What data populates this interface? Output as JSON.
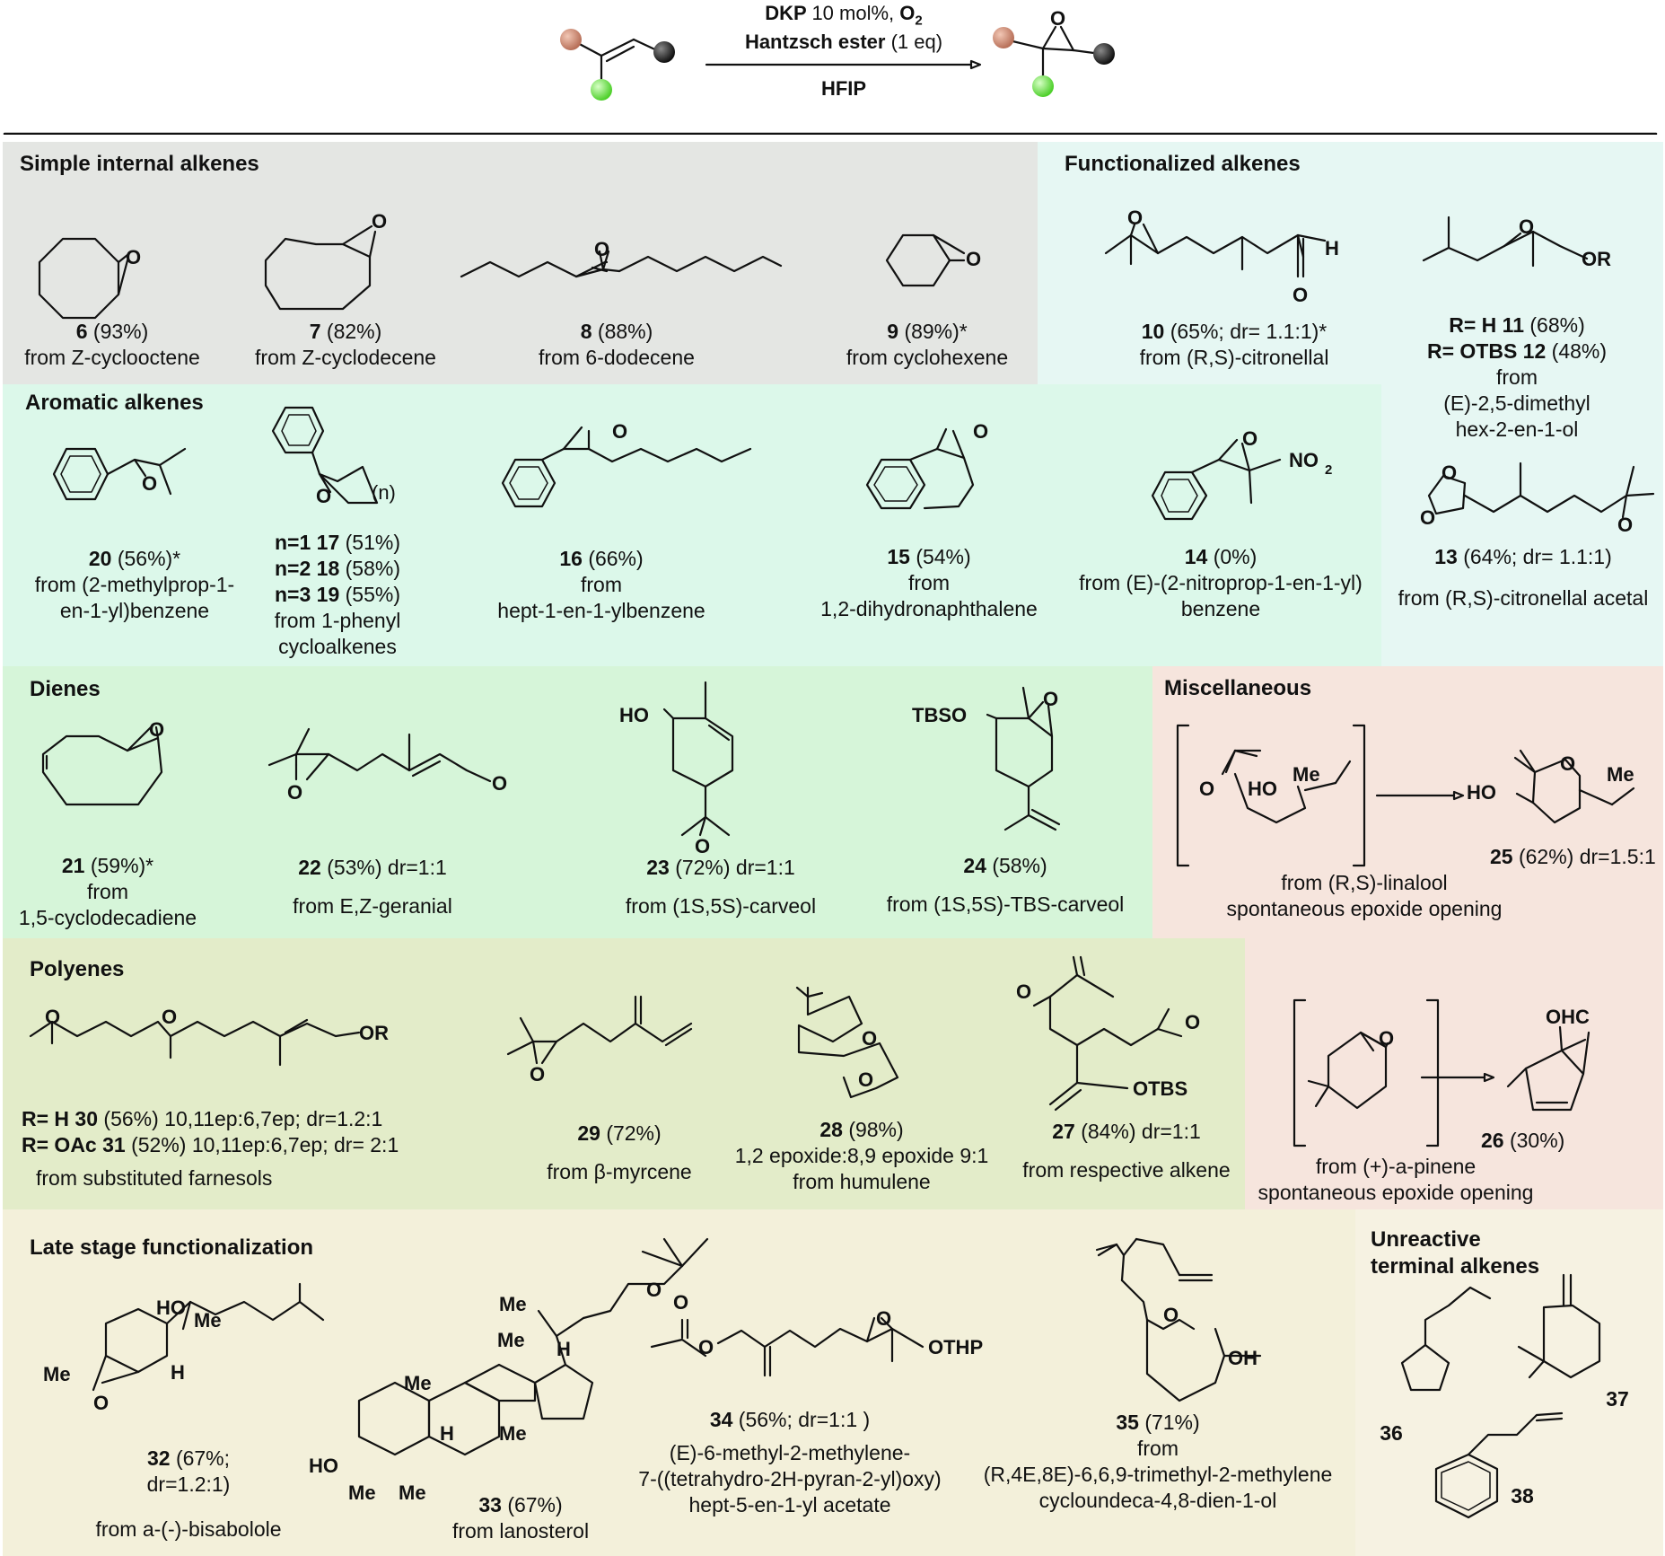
{
  "header": {
    "line1_bold": "DKP",
    "line1_rest": "10 mol%,",
    "line1_o2": "O",
    "line1_o2_sub": "2",
    "line2_bold": "Hantzsch ester",
    "line2_rest": "(1 eq)",
    "line3": "HFIP",
    "epoxide_o": "O"
  },
  "sections": {
    "simple": "Simple internal alkenes",
    "functionalized": "Functionalized alkenes",
    "aromatic": "Aromatic alkenes",
    "dienes": "Dienes",
    "misc": "Miscellaneous",
    "polyenes": "Polyenes",
    "late": "Late stage functionalization",
    "unreactive": "Unreactive terminal alkenes"
  },
  "colors": {
    "simple": "#e4e6e3",
    "functionalized": "#e6f7f3",
    "aromatic": "#dcf8ea",
    "dienes": "#d6f5d9",
    "misc": "#f6e5dd",
    "polyenes": "#e3ecc9",
    "late": "#f3f0da",
    "unreactive": "#f6f2e2",
    "sphere_brown": "#c98b73",
    "sphere_black": "#222222",
    "sphere_green": "#7be05a"
  },
  "compounds": [
    {
      "id": "c6",
      "num": "6",
      "yield": "(93%)",
      "from": "from Z-cyclooctene"
    },
    {
      "id": "c7",
      "num": "7",
      "yield": "(82%)",
      "from": "from Z-cyclodecene"
    },
    {
      "id": "c8",
      "num": "8",
      "yield": "(88%)",
      "from": "from 6-dodecene"
    },
    {
      "id": "c9",
      "num": "9",
      "yield": "(89%)*",
      "from": "from cyclohexene"
    },
    {
      "id": "c10",
      "num": "10",
      "yield": "(65%; dr= 1.1:1)*",
      "from": "from (R,S)-citronellal"
    },
    {
      "id": "c11",
      "num": "R= H 11",
      "yield": "(68%)",
      "num2": "R= OTBS 12",
      "yield2": "(48%)",
      "from": "from",
      "from2": "(E)-2,5-dimethyl",
      "from3": "hex-2-en-1-ol"
    },
    {
      "id": "c13",
      "num": "13",
      "yield": "(64%; dr= 1.1:1)",
      "from": "from (R,S)-citronellal acetal"
    },
    {
      "id": "c20",
      "num": "20",
      "yield": "(56%)*",
      "from": "from (2-methylprop-1-",
      "from2": "en-1-yl)benzene"
    },
    {
      "id": "c17",
      "l1b": "n=1 17",
      "l1": "(51%)",
      "l2b": "n=2 18",
      "l2": "(58%)",
      "l3b": "n=3 19",
      "l3": "(55%)",
      "from": "from 1-phenyl",
      "from2": "cycloalkenes"
    },
    {
      "id": "c16",
      "num": "16",
      "yield": "(66%)",
      "from": "from",
      "from2": "hept-1-en-1-ylbenzene"
    },
    {
      "id": "c15",
      "num": "15",
      "yield": "(54%)",
      "from": "from",
      "from2": "1,2-dihydronaphthalene"
    },
    {
      "id": "c14",
      "num": "14",
      "yield": "(0%)",
      "from": "from (E)-(2-nitroprop-1-en-1-yl)",
      "from2": "benzene"
    },
    {
      "id": "c21",
      "num": "21",
      "yield": "(59%)*",
      "from": "from",
      "from2": "1,5-cyclodecadiene"
    },
    {
      "id": "c22",
      "num": "22",
      "yield": "(53%) dr=1:1",
      "from": "from E,Z-geranial"
    },
    {
      "id": "c23",
      "num": "23",
      "yield": "(72%) dr=1:1",
      "from": "from (1S,5S)-carveol"
    },
    {
      "id": "c24",
      "num": "24",
      "yield": "(58%)",
      "from": "from (1S,5S)-TBS-carveol"
    },
    {
      "id": "c25",
      "num": "25",
      "yield": "(62%) dr=1.5:1",
      "from": "from (R,S)-linalool",
      "from2": "spontaneous epoxide opening"
    },
    {
      "id": "c30",
      "l1b": "R= H 30",
      "l1": "(56%) 10,11ep:6,7ep; dr=1.2:1",
      "l2b": "R= OAc 31",
      "l2": "(52%) 10,11ep:6,7ep; dr= 2:1",
      "from": "from substituted farnesols"
    },
    {
      "id": "c29",
      "num": "29",
      "yield": "(72%)",
      "from": "from β-myrcene"
    },
    {
      "id": "c28",
      "num": "28",
      "yield": "(98%)",
      "from": "1,2 epoxide:8,9 epoxide 9:1",
      "from2": "from humulene"
    },
    {
      "id": "c27",
      "num": "27",
      "yield": "(84%) dr=1:1",
      "from": "from respective alkene"
    },
    {
      "id": "c26",
      "num": "26",
      "yield": "(30%)",
      "from": "from (+)-a-pinene",
      "from2": "spontaneous epoxide opening"
    },
    {
      "id": "c32",
      "num": "32",
      "yield": "(67%;",
      "yield2": "dr=1.2:1)",
      "from": "from a-(-)-bisabolole"
    },
    {
      "id": "c33",
      "num": "33",
      "yield": "(67%)",
      "from": "from lanosterol"
    },
    {
      "id": "c34",
      "num": "34",
      "yield": "(56%; dr=1:1 )",
      "from": "(E)-6-methyl-2-methylene-",
      "from2": "7-((tetrahydro-2H-pyran-2-yl)oxy)",
      "from3": "hept-5-en-1-yl acetate"
    },
    {
      "id": "c35",
      "num": "35",
      "yield": "(71%)",
      "from": "from",
      "from2": "(R,4E,8E)-6,6,9-trimethyl-2-methylene",
      "from3": "cycloundeca-4,8-dien-1-ol"
    },
    {
      "id": "c36",
      "num": "36"
    },
    {
      "id": "c37",
      "num": "37"
    },
    {
      "id": "c38",
      "num": "38"
    }
  ],
  "atoms": {
    "O": "O",
    "H": "H",
    "OR": "OR",
    "OH": "OH",
    "HO": "HO",
    "Me": "Me",
    "NO2": "NO",
    "NO2_sub": "2",
    "TBSO": "TBSO",
    "OTBS": "OTBS",
    "OTHP": "OTHP",
    "OHC": "OHC",
    "n": "(n)"
  }
}
